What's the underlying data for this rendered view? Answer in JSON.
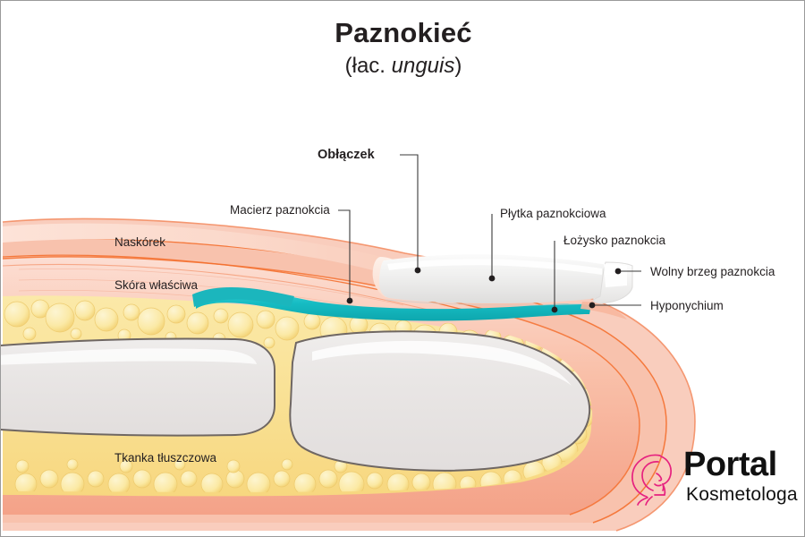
{
  "title": {
    "main": "Paznokieć",
    "sub_prefix": "(łac. ",
    "sub_latin": "unguis",
    "sub_suffix": ")"
  },
  "labels": {
    "lunula": "Obłączek",
    "matrix": "Macierz paznokcia",
    "nail_plate": "Płytka paznokciowa",
    "nail_bed": "Łożysko paznokcia",
    "free_edge": "Wolny brzeg paznokcia",
    "hyponychium": "Hyponychium",
    "epidermis": "Naskórek",
    "dermis": "Skóra właściwa",
    "fat_tissue": "Tkanka tłuszczowa"
  },
  "logo": {
    "word": "Portal",
    "sub": "Kosmetologa"
  },
  "colors": {
    "text": "#231f20",
    "leader": "#3a3a3a",
    "nail_bed_teal": "#1ec0c6",
    "skin_pink_light": "#fbdfd4",
    "skin_pink": "#f6b79f",
    "skin_outline_orange": "#f06a3c",
    "fat_yellow": "#f7e08f",
    "fat_bubble": "#fbefb8",
    "bone_grey": "#ece9e8",
    "bone_outline": "#6f6763",
    "nail_plate_grey": "#e8e8e8",
    "logo_pink": "#e6217f",
    "logo_black": "#111111",
    "frame": "#9a9a9a"
  }
}
